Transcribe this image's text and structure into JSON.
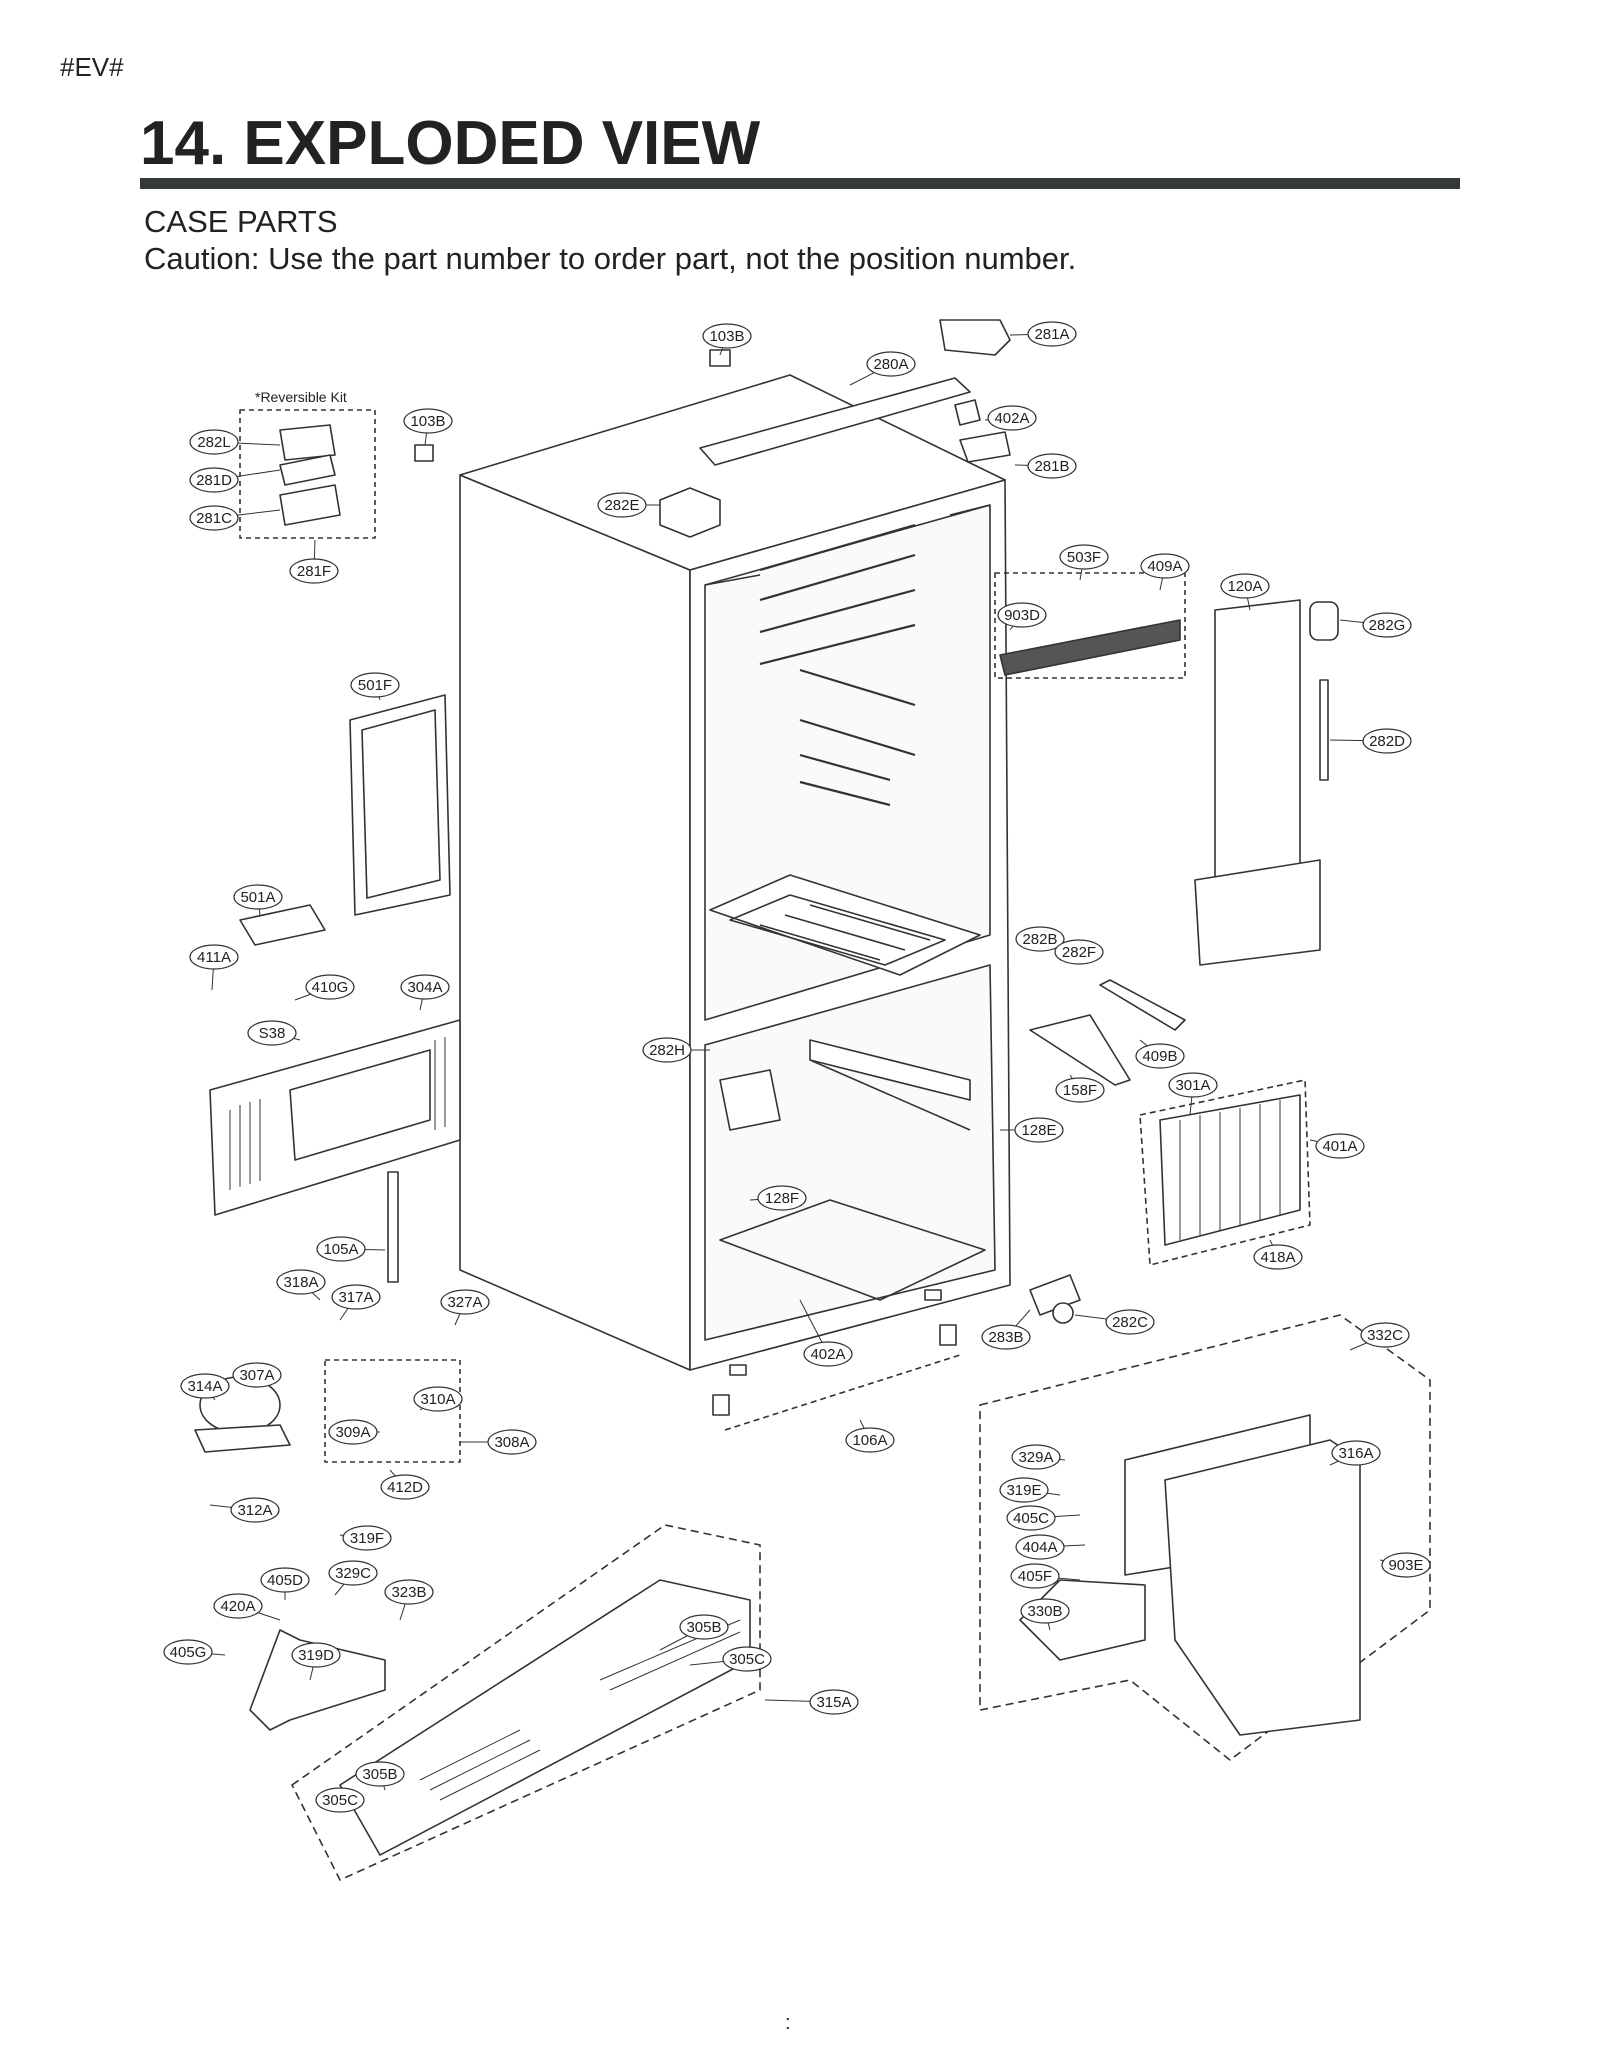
{
  "header": {
    "doc_tag": "#EV#",
    "title": "14. EXPLODED VIEW",
    "subtitle": "CASE PARTS",
    "caution": "Caution: Use the part number to order part, not the position number."
  },
  "diagram": {
    "kit_label": "*Reversible Kit",
    "callouts": [
      "103B",
      "281A",
      "280A",
      "103B",
      "402A",
      "281B",
      "282L",
      "281D",
      "281C",
      "281F",
      "282E",
      "503F",
      "409A",
      "120A",
      "903D",
      "282G",
      "282D",
      "501F",
      "501A",
      "411A",
      "410G",
      "304A",
      "S38",
      "282B",
      "282F",
      "282H",
      "409B",
      "158F",
      "301A",
      "128E",
      "401A",
      "128F",
      "418A",
      "105A",
      "318A",
      "317A",
      "327A",
      "283B",
      "282C",
      "332C",
      "402A",
      "314A",
      "307A",
      "310A",
      "309A",
      "308A",
      "106A",
      "329A",
      "316A",
      "412D",
      "312A",
      "319E",
      "405C",
      "319F",
      "404A",
      "903E",
      "405D",
      "329C",
      "405F",
      "420A",
      "323B",
      "330B",
      "305B",
      "405G",
      "319D",
      "305C",
      "315A",
      "305B",
      "305C"
    ]
  },
  "footer": {
    "page_marker": ":"
  }
}
